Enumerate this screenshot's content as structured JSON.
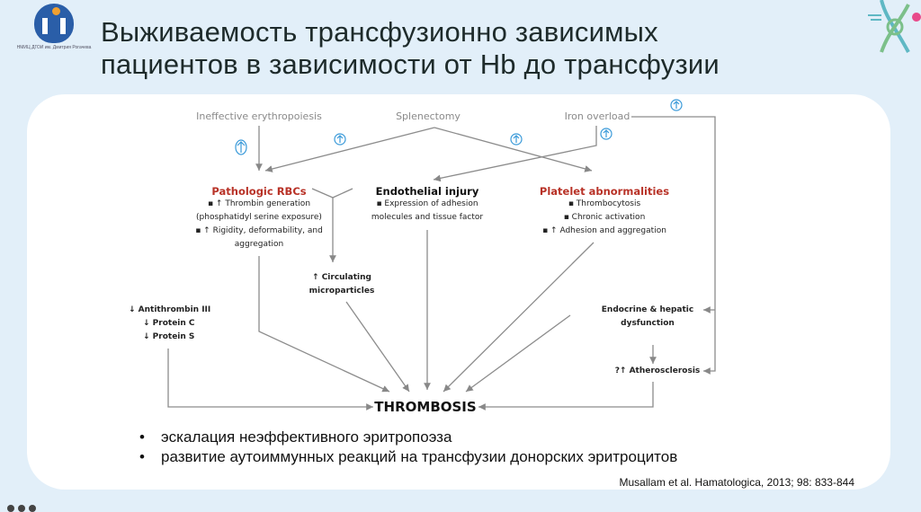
{
  "logo": {
    "text": "НМИЦ ДГОИ им. Дмитрия Рогачева"
  },
  "title": {
    "line1": "Выживаемость трансфузионно зависимых",
    "line2": "пациентов в зависимости от Hb до трансфузии"
  },
  "diagram": {
    "sources": {
      "ineffective": "Ineffective erythropoiesis",
      "splenectomy": "Splenectomy",
      "iron": "Iron overload"
    },
    "rbc": {
      "title": "Pathologic RBCs",
      "lines": [
        "▪ ↑ Thrombin generation",
        "(phosphatidyl serine exposure)",
        "▪ ↑ Rigidity, deformability, and",
        "aggregation"
      ]
    },
    "endothelial": {
      "title": "Endothelial injury",
      "lines": [
        "▪ Expression of adhesion",
        "molecules and tissue factor"
      ]
    },
    "platelet": {
      "title": "Platelet abnormalities",
      "lines": [
        "▪ Thrombocytosis",
        "▪ Chronic activation",
        "▪ ↑ Adhesion and aggregation"
      ]
    },
    "microparticles": [
      "↑ Circulating",
      "microparticles"
    ],
    "anticoag": [
      "↓ Antithrombin III",
      "↓ Protein C",
      "↓ Protein S"
    ],
    "endocrine": [
      "Endocrine & hepatic",
      "dysfunction"
    ],
    "athero": "?↑ Atherosclerosis",
    "thrombosis": "THROMBOSIS"
  },
  "bullets": [
    "эскалация неэффективного эритропоэза",
    "развитие аутоиммунных реакций на трансфузии донорских эритроцитов"
  ],
  "citation": "Musallam et al. Hamatologica, 2013; 98: 833-844",
  "colors": {
    "background": "#e2eff9",
    "accent_red": "#b83227",
    "arrow_blue": "#3a9ad9"
  }
}
